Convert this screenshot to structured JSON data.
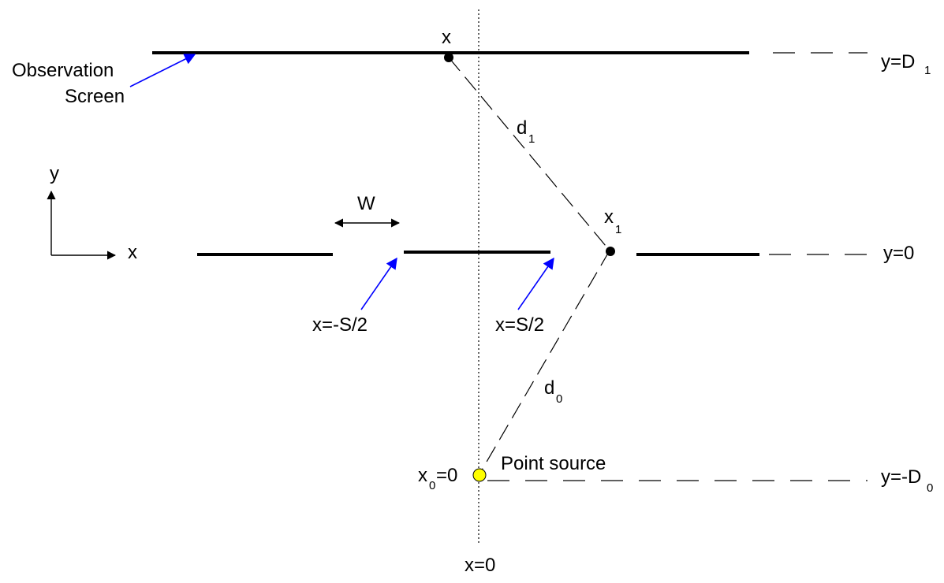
{
  "labels": {
    "observation": "Observation",
    "screen": "Screen",
    "x_top": "x",
    "y_d1_main": "y=D",
    "y_d1_sub": "1",
    "d1_main": "d",
    "d1_sub": "1",
    "axis_y": "y",
    "axis_x": "x",
    "w": "W",
    "x1_main": "x",
    "x1_sub": "1",
    "y_zero": "y=0",
    "x_neg_s2": "x=-S/2",
    "x_pos_s2": "x=S/2",
    "d0_main": "d",
    "d0_sub": "0",
    "point_source": "Point source",
    "x0_main": "x",
    "x0_sub": "0",
    "x0_rest": "=0",
    "y_d0_main": "y=-D",
    "y_d0_sub": "0",
    "x_zero": "x=0"
  },
  "colors": {
    "arrow": "#0000ff",
    "source_fill": "#ffff00",
    "line": "#000000"
  }
}
